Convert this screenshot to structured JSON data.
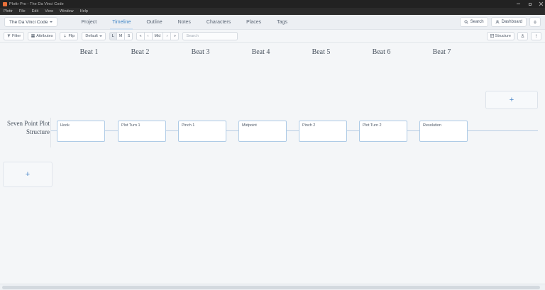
{
  "window": {
    "title": "Plottr Pro - The Da Vinci Code",
    "logo_icon": "plottr-logo-icon",
    "controls": [
      {
        "name": "minimize",
        "icon": "minimize-icon"
      },
      {
        "name": "maximize",
        "icon": "maximize-icon"
      },
      {
        "name": "close",
        "icon": "close-icon"
      }
    ]
  },
  "menubar": {
    "items": [
      {
        "label": "Plottr"
      },
      {
        "label": "File"
      },
      {
        "label": "Edit"
      },
      {
        "label": "View"
      },
      {
        "label": "Window"
      },
      {
        "label": "Help"
      }
    ]
  },
  "navbar": {
    "project_name": "The Da Vinci Code",
    "project_caret_icon": "chevron-down-icon",
    "tabs": [
      {
        "label": "Project",
        "active": false
      },
      {
        "label": "Timeline",
        "active": true
      },
      {
        "label": "Outline",
        "active": false
      },
      {
        "label": "Notes",
        "active": false
      },
      {
        "label": "Characters",
        "active": false
      },
      {
        "label": "Places",
        "active": false
      },
      {
        "label": "Tags",
        "active": false
      }
    ],
    "search_button": "Search",
    "search_icon": "search-icon",
    "dashboard_button": "Dashboard",
    "dashboard_icon": "person-icon",
    "notifications_icon": "bell-icon"
  },
  "toolbar": {
    "filter_label": "Filter",
    "filter_icon": "funnel-icon",
    "attributes_label": "Attributes",
    "attributes_icon": "grid-icon",
    "flip_label": "Flip",
    "flip_icon": "arrow-down-icon",
    "view_preset_label": "Default",
    "view_preset_caret_icon": "chevron-down-icon",
    "zoom_sizes": [
      {
        "label": "L",
        "active": true
      },
      {
        "label": "M",
        "active": false
      },
      {
        "label": "S",
        "active": false
      }
    ],
    "nav_steps": [
      {
        "label": "«",
        "name": "jump-start"
      },
      {
        "label": "‹",
        "name": "step-back"
      },
      {
        "label": "Mid",
        "name": "jump-middle"
      },
      {
        "label": "›",
        "name": "step-forward"
      },
      {
        "label": "»",
        "name": "jump-end"
      }
    ],
    "search_placeholder": "Search",
    "structure_label": "Structure",
    "structure_icon": "structure-icon",
    "export_icon": "export-icon",
    "more_icon": "more-vertical-icon"
  },
  "timeline": {
    "beats": [
      {
        "label": "Beat 1"
      },
      {
        "label": "Beat 2"
      },
      {
        "label": "Beat 3"
      },
      {
        "label": "Beat 4"
      },
      {
        "label": "Beat 5"
      },
      {
        "label": "Beat 6"
      },
      {
        "label": "Beat 7"
      }
    ],
    "add_beat_label": "+",
    "line_label": "Seven Point Plot Structure",
    "cards": [
      {
        "title": "Hook"
      },
      {
        "title": "Plot Turn 1"
      },
      {
        "title": "Pinch 1"
      },
      {
        "title": "Midpoint"
      },
      {
        "title": "Pinch 2"
      },
      {
        "title": "Plot Turn 2"
      },
      {
        "title": "Resolution"
      }
    ],
    "add_line_label": "+"
  },
  "colors": {
    "accent": "#4a86c8",
    "card_border": "#aecbe6",
    "titlebar_bg": "#222222",
    "canvas_bg": "#f4f6f8",
    "logo": "#e8703a"
  }
}
